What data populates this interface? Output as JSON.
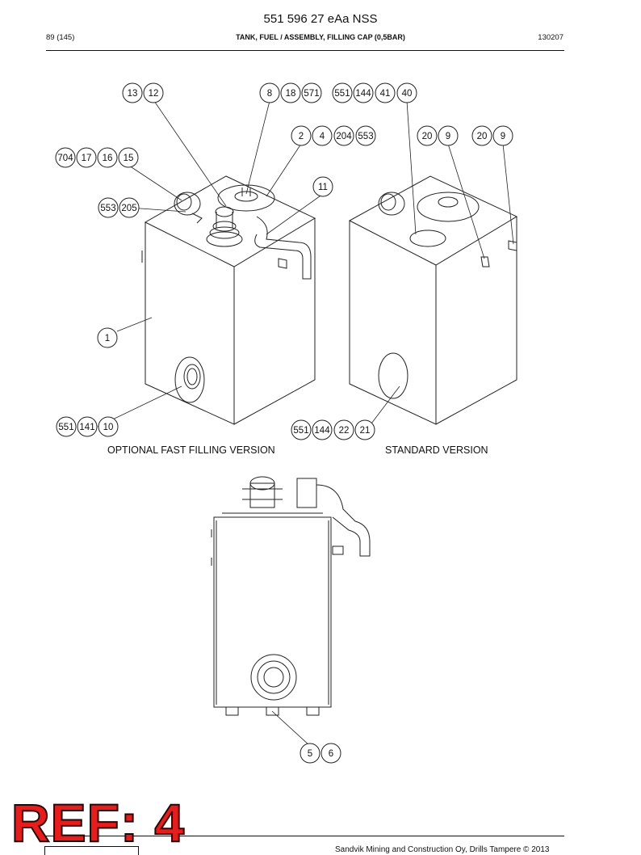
{
  "document": {
    "part_number": "551 596 27 eAa NSS",
    "page": "89 (145)",
    "title": "TANK, FUEL / ASSEMBLY, FILLING CAP (0,5BAR)",
    "date": "130207"
  },
  "captions": {
    "left": "OPTIONAL FAST FILLING VERSION",
    "right": "STANDARD VERSION"
  },
  "callouts": [
    [
      "13",
      "12"
    ],
    [
      "8",
      "18",
      "571"
    ],
    [
      "551",
      "144",
      "41",
      "40"
    ],
    [
      "2",
      "4",
      "204",
      "553"
    ],
    [
      "20",
      "9"
    ],
    [
      "20",
      "9"
    ],
    [
      "704",
      "17",
      "16",
      "15"
    ],
    [
      "11"
    ],
    [
      "553",
      "205"
    ],
    [
      "1"
    ],
    [
      "551",
      "141",
      "10"
    ],
    [
      "551",
      "144",
      "22",
      "21"
    ],
    [
      "5",
      "6"
    ]
  ],
  "stamp": "REF: 4",
  "footer": "Sandvik Mining and Construction Oy, Drills Tampere © 2013"
}
